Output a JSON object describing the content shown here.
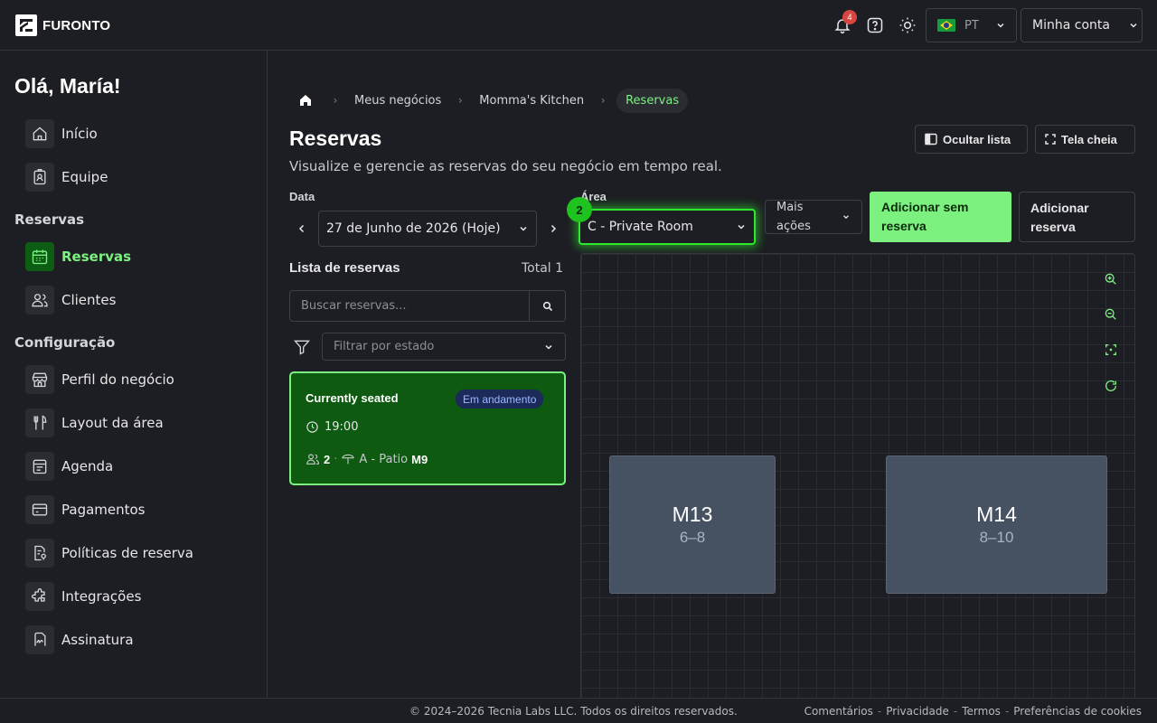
{
  "brand": {
    "name": "FURONTO"
  },
  "header": {
    "notification_count": "4",
    "language": "PT",
    "account_label": "Minha conta"
  },
  "sidebar": {
    "greeting": "Olá, María!",
    "items_top": [
      {
        "label": "Início",
        "icon": "home-icon"
      },
      {
        "label": "Equipe",
        "icon": "badge-icon"
      }
    ],
    "section_reservas": "Reservas",
    "items_reservas": [
      {
        "label": "Reservas",
        "icon": "calendar-icon",
        "active": true
      },
      {
        "label": "Clientes",
        "icon": "users-icon"
      }
    ],
    "section_config": "Configuração",
    "items_config": [
      {
        "label": "Perfil do negócio",
        "icon": "store-icon"
      },
      {
        "label": "Layout da área",
        "icon": "utensils-icon"
      },
      {
        "label": "Agenda",
        "icon": "agenda-icon"
      },
      {
        "label": "Pagamentos",
        "icon": "card-icon"
      },
      {
        "label": "Políticas de reserva",
        "icon": "policy-icon"
      },
      {
        "label": "Integrações",
        "icon": "puzzle-icon"
      },
      {
        "label": "Assinatura",
        "icon": "signature-icon"
      }
    ]
  },
  "breadcrumb": {
    "items": [
      "Meus negócios",
      "Momma's Kitchen"
    ],
    "current": "Reservas"
  },
  "page": {
    "title": "Reservas",
    "subtitle": "Visualize e gerencie as reservas do seu negócio em tempo real.",
    "hide_list_label": "Ocultar lista",
    "fullscreen_label": "Tela cheia"
  },
  "controls": {
    "date_label": "Data",
    "date_value": "27 de Junho de 2026 (Hoje)",
    "area_label": "Área",
    "area_value": "C - Private Room",
    "step_number": "2",
    "more_actions_line1": "Mais",
    "more_actions_line2": "ações",
    "add_walkin_line1": "Adicionar sem",
    "add_walkin_line2": "reserva",
    "add_reservation_line1": "Adicionar",
    "add_reservation_line2": "reserva"
  },
  "list": {
    "title": "Lista de reservas",
    "total": "Total 1",
    "search_placeholder": "Buscar reservas...",
    "filter_placeholder": "Filtrar por estado",
    "reservations": [
      {
        "name": "Currently seated",
        "status": "Em andamento",
        "time": "19:00",
        "guests": "2",
        "area": "A - Patio",
        "table": "M9"
      }
    ]
  },
  "floor": {
    "tables": [
      {
        "name": "M13",
        "capacity": "6–8"
      },
      {
        "name": "M14",
        "capacity": "8–10"
      }
    ]
  },
  "colors": {
    "accent": "#7cf17f",
    "highlight": "#2ee82e",
    "active_bg": "#0d5a10",
    "table_fill": "#465262",
    "badge_red": "#d9463f"
  },
  "footer": {
    "copyright": "© 2024–2026 Tecnia Labs LLC. Todos os direitos reservados.",
    "links": [
      "Comentários",
      "Privacidade",
      "Termos",
      "Preferências de cookies"
    ]
  }
}
